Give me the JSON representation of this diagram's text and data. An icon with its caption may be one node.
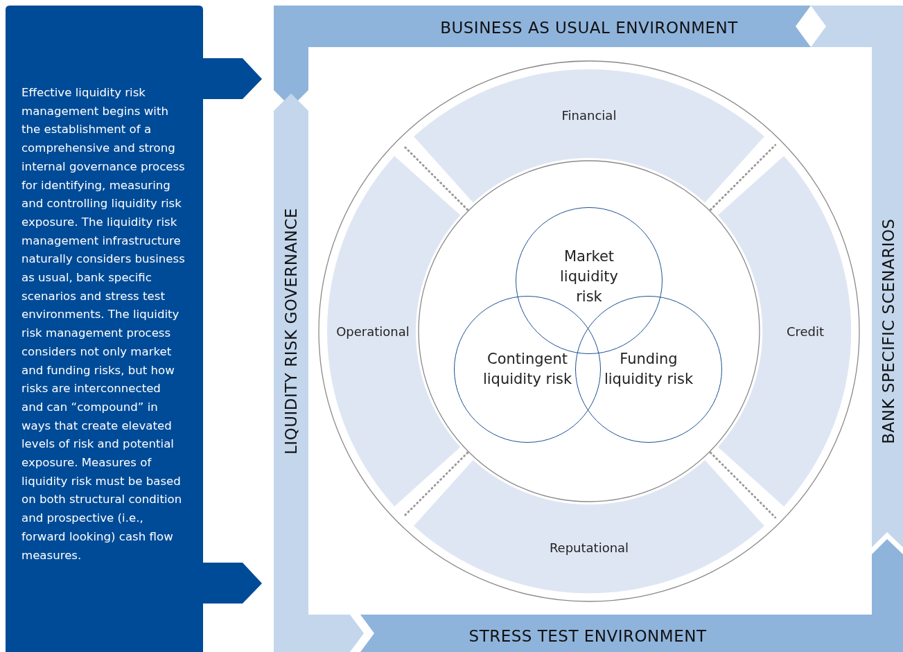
{
  "diagram": {
    "nodes": [
      {
        "text": [
          "Effective liquidity risk management begins with the establishment of a comprehensive and strong internal governance process for identifying, measuring and controlling liquidity risk exposure. The liquidity risk management infrastructure naturally considers business as usual, bank specific scenarios and stress test environments. The liquidity risk management process considers not only market and funding risks, but how risks are interconnected and can “compound” in ways that create elevated levels of risk and potential exposure. Measures of liquidity risk must be based on both structural condition and prospective (i.e., forward looking) cash flow measures."
        ]
      },
      {
        "text": [
          "BUSINESS AS USUAL ENVIRONMENT"
        ]
      },
      {
        "text": [
          "LIQUIDITY RISK GOVERNANCE"
        ]
      },
      {
        "text": [
          "Financial"
        ]
      },
      {
        "text": [
          "Operational"
        ]
      },
      {
        "text": [
          "Market liquidity risk"
        ]
      },
      {
        "text": [
          "Contingent liquidity risk"
        ]
      },
      {
        "text": [
          "Funding liquidity risk"
        ]
      },
      {
        "text": [
          "Credit"
        ]
      },
      {
        "text": [
          "Reputational"
        ]
      },
      {
        "text": [
          "BANK SPECIFIC SCENARIOS"
        ]
      },
      {
        "text": [
          "STRESS TEST ENVIRONMENT"
        ]
      }
    ]
  }
}
